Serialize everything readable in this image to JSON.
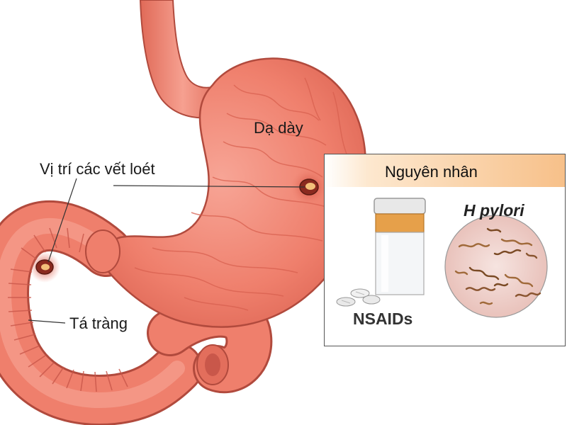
{
  "labels": {
    "stomach": "Dạ dày",
    "ulcer_sites": "Vị trí các vết loét",
    "duodenum": "Tá tràng"
  },
  "causes": {
    "title": "Nguyên nhân",
    "items": [
      {
        "name": "NSAIDs",
        "icon": "pill-bottle-icon"
      },
      {
        "name": "H pylori",
        "icon": "bacteria-icon"
      }
    ]
  },
  "colors": {
    "tissue": "#ef7f6c",
    "tissue_dark": "#c9574a",
    "header_accent": "#f7c089",
    "bottle_cap": "#e6a04a"
  }
}
